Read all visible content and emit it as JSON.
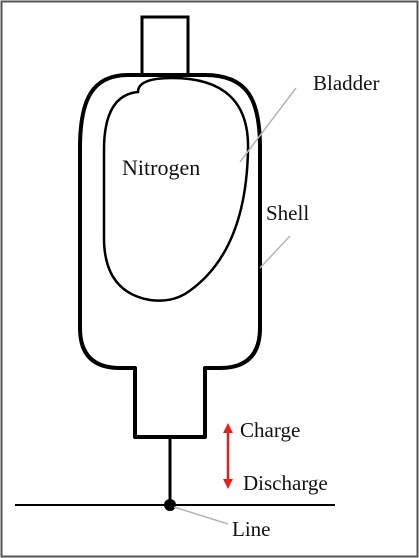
{
  "diagram": {
    "labels": {
      "nitrogen": "Nitrogen",
      "bladder": "Bladder",
      "shell": "Shell",
      "charge": "Charge",
      "discharge": "Discharge",
      "line": "Line"
    },
    "colors": {
      "stroke": "#000000",
      "leader": "#b5b5b5",
      "arrow": "#e8201a",
      "frame": "#555555"
    }
  }
}
